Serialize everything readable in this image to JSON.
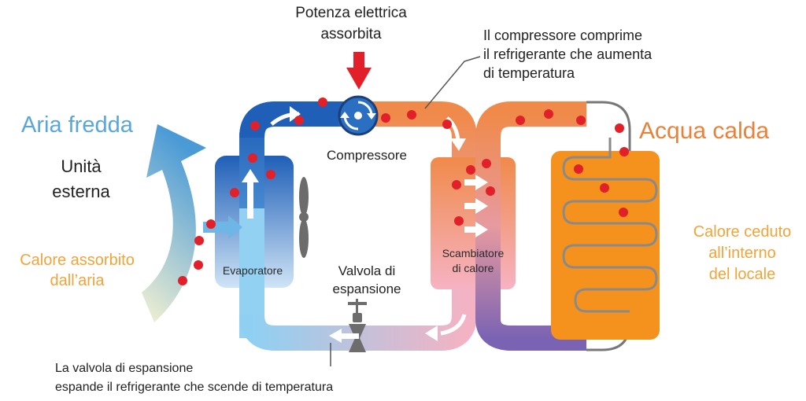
{
  "labels": {
    "power_line1": "Potenza elettrica",
    "power_line2": "assorbita",
    "compressor_note_line1": "Il compressore comprime",
    "compressor_note_line2": "il refrigerante che aumenta",
    "compressor_note_line3": "di temperatura",
    "cold_air": "Aria fredda",
    "hot_water": "Acqua calda",
    "outdoor_unit_line1": "Unità",
    "outdoor_unit_line2": "esterna",
    "compressor": "Compressore",
    "evaporator": "Evaporatore",
    "exchanger_line1": "Scambiatore",
    "exchanger_line2": "di calore",
    "valve_line1": "Valvola di",
    "valve_line2": "espansione",
    "absorbed_heat_line1": "Calore assorbito",
    "absorbed_heat_line2": "dall’aria",
    "released_heat_line1": "Calore ceduto",
    "released_heat_line2": "all’interno",
    "released_heat_line3": "del locale",
    "valve_note_line1": "La valvola di espansione",
    "valve_note_line2": "espande il refrigerante che scende di temperatura"
  },
  "colors": {
    "cold_refrigerant": "#1f5fb8",
    "warm_refrigerant": "#f08a4a",
    "hot_water": "#f5921e",
    "refrigerant_dot": "#e2202a",
    "power_arrow": "#e2202a",
    "cold_air_text": "#5aa6d8",
    "hot_water_text": "#e8823a"
  }
}
